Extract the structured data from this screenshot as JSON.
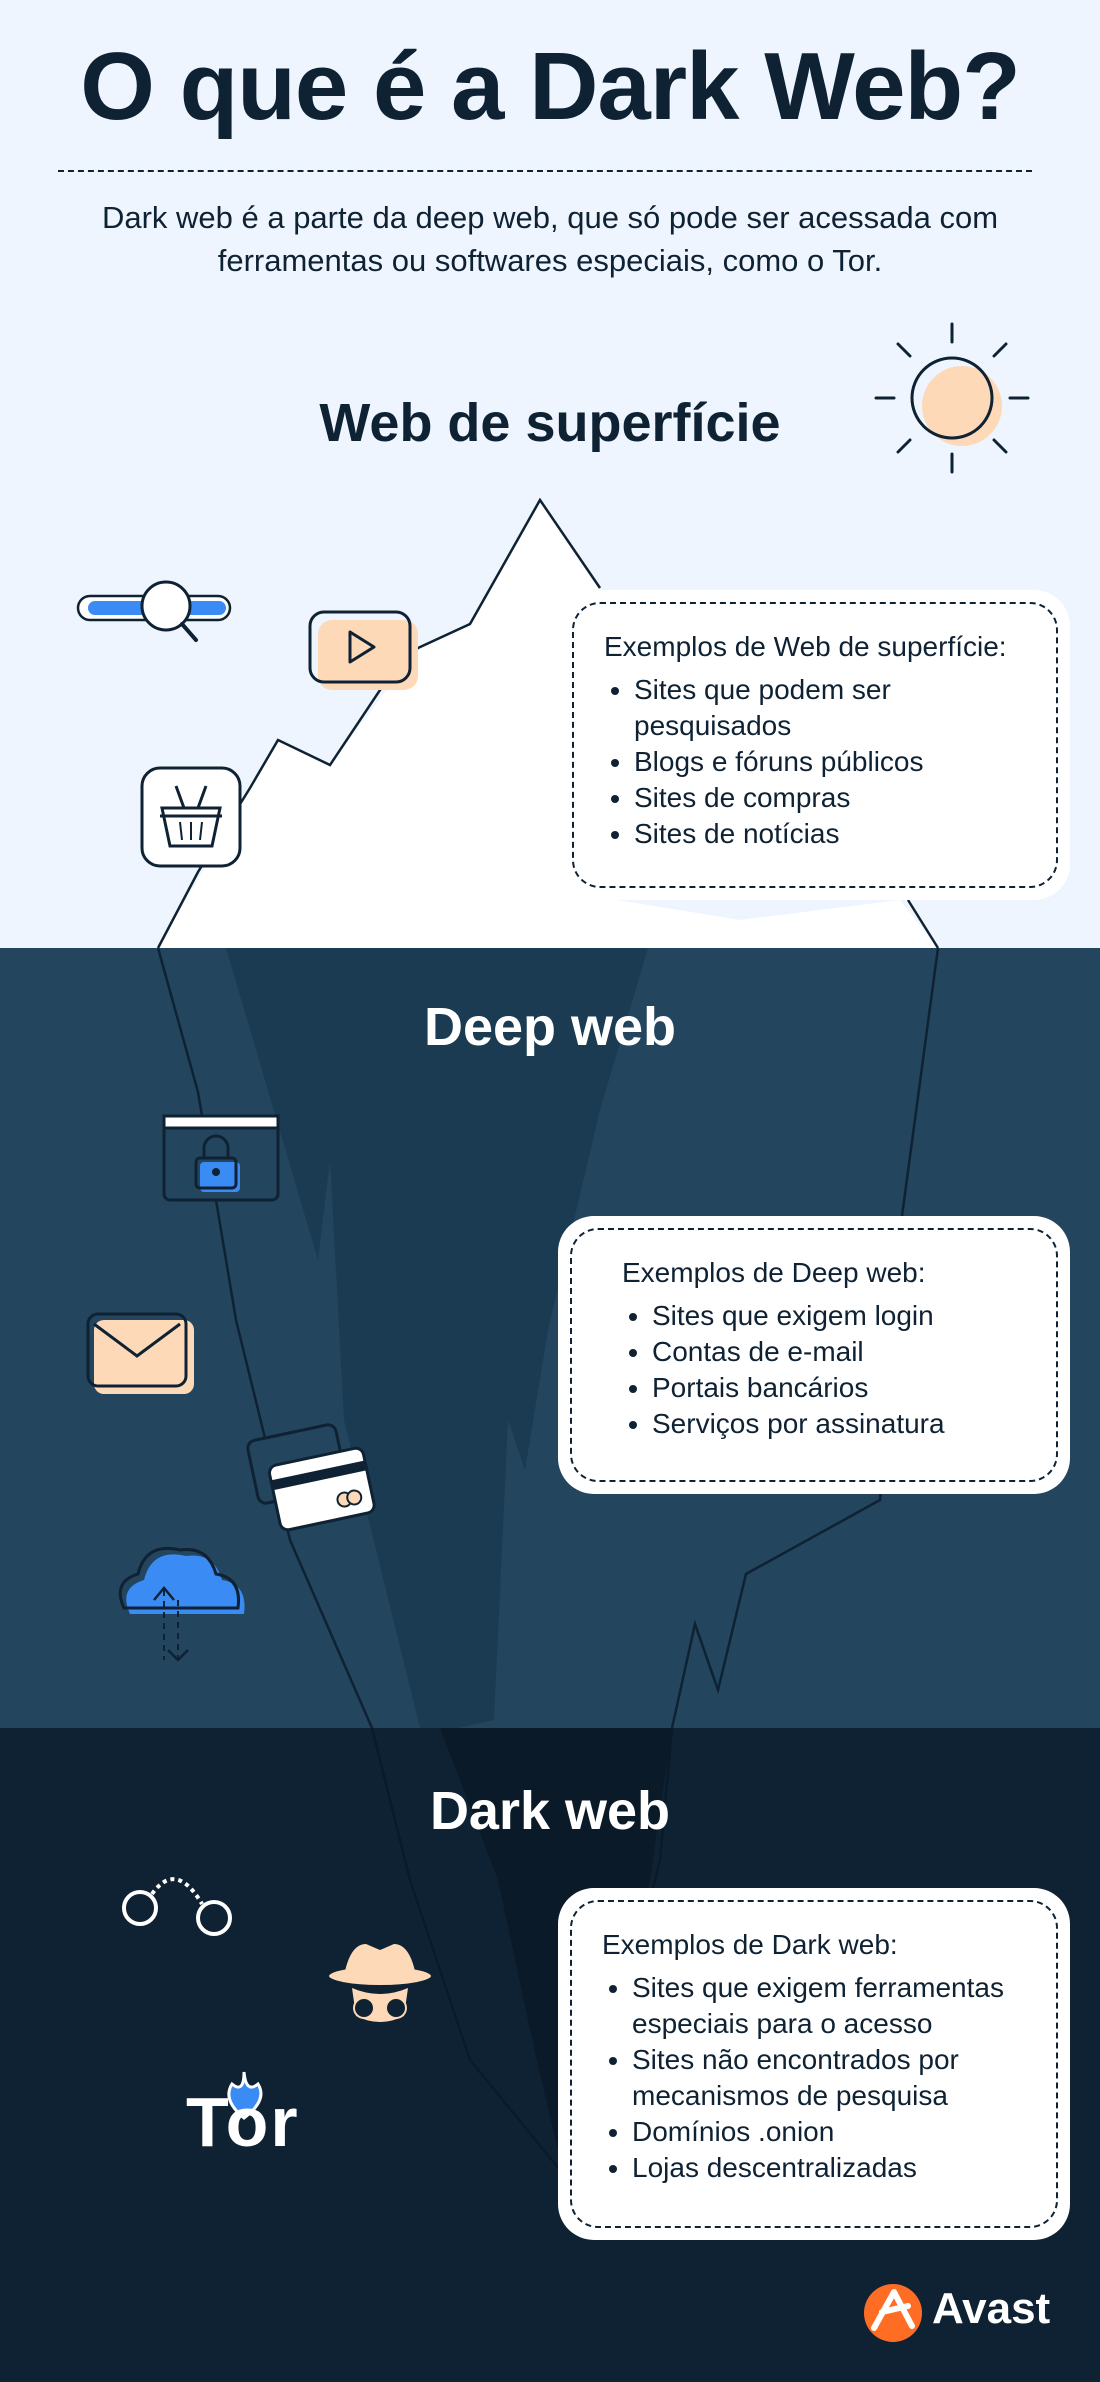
{
  "title": "O que é a Dark Web?",
  "intro": "Dark web é a parte da deep web, que só pode ser acessada com ferramentas ou softwares especiais, como o Tor.",
  "sections": {
    "surface": {
      "title": "Web de superfície",
      "card_heading": "Exemplos de Web de superfície:",
      "items": [
        "Sites que podem ser pesquisados",
        "Blogs e fóruns públicos",
        "Sites de compras",
        "Sites de notícias"
      ]
    },
    "deep": {
      "title": "Deep web",
      "card_heading": "Exemplos de Deep web:",
      "items": [
        "Sites que exigem login",
        "Contas de e-mail",
        "Portais bancários",
        "Serviços por assinatura"
      ]
    },
    "dark": {
      "title": "Dark web",
      "card_heading": "Exemplos de Dark web:",
      "items": [
        "Sites que exigem ferramentas especiais para o acesso",
        "Sites não encontrados por mecanismos de pesquisa",
        "Domínios .onion",
        "Lojas descentralizadas"
      ]
    }
  },
  "tor_logo": "Tor",
  "brand": "Avast",
  "colors": {
    "surface_bg": "#eef5fe",
    "deep_bg": "#23455e",
    "dark_bg": "#0f2233",
    "peach": "#fdd9b8",
    "blue": "#3a8bf4",
    "brand_orange": "#ff6d24"
  },
  "icons": [
    "sun-icon",
    "search-icon",
    "video-play-icon",
    "shopping-basket-icon",
    "lock-window-icon",
    "envelope-icon",
    "credit-card-icon",
    "cloud-upload-icon",
    "handcuffs-icon",
    "spy-icon",
    "tor-onion-icon",
    "avast-logo-icon"
  ]
}
